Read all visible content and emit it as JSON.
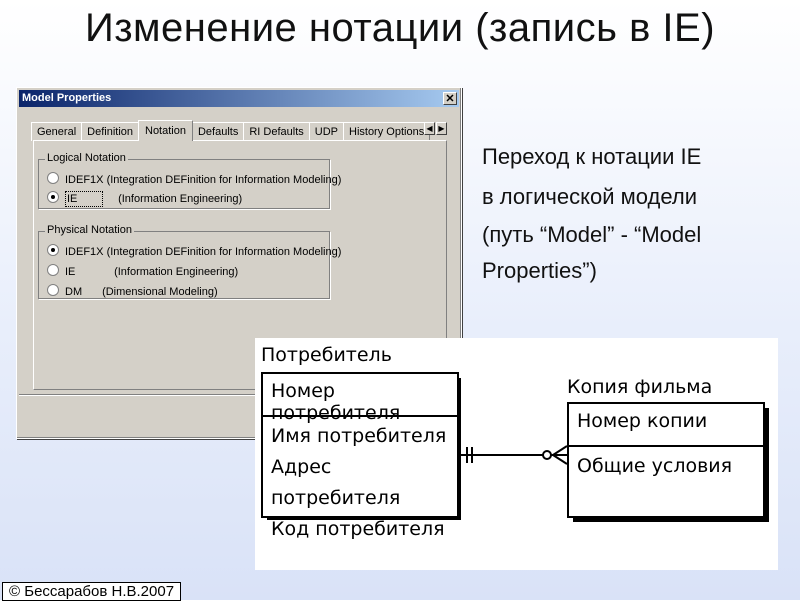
{
  "slide": {
    "title": "Изменение нотации (запись в IE)",
    "copyright": "© Бессарабов Н.В.2007"
  },
  "dialog": {
    "title": "Model Properties",
    "close_glyph": "✕",
    "tabs": [
      "General",
      "Definition",
      "Notation",
      "Defaults",
      "RI Defaults",
      "UDP",
      "History Options"
    ],
    "active_tab": "Notation",
    "logical_group_label": "Logical Notation",
    "logical_options": [
      {
        "code": "IDEF1X",
        "desc": "(Integration DEFinition for Information Modeling)",
        "checked": false
      },
      {
        "code": "IE",
        "desc": "(Information Engineering)",
        "checked": true
      }
    ],
    "physical_group_label": "Physical Notation",
    "physical_options": [
      {
        "code": "IDEF1X",
        "desc": "(Integration DEFinition for Information Modeling)",
        "checked": true
      },
      {
        "code": "IE",
        "desc": "(Information Engineering)",
        "checked": false
      },
      {
        "code": "DM",
        "desc": "(Dimensional Modeling)",
        "checked": false
      }
    ]
  },
  "description": {
    "line1": "Переход к нотации IE",
    "line2": "в логической модели",
    "line3": "(путь “Model” - “Model",
    "line4": "Properties”)"
  },
  "diagram": {
    "entity1": {
      "name": "Потребитель",
      "key": "Номер потребителя",
      "attributes": [
        "Имя потребителя",
        "Адрес потребителя",
        "Код потребителя"
      ]
    },
    "entity2": {
      "name": "Копия фильма",
      "key": "Номер копии",
      "attributes": [
        "Общие условия"
      ]
    }
  }
}
